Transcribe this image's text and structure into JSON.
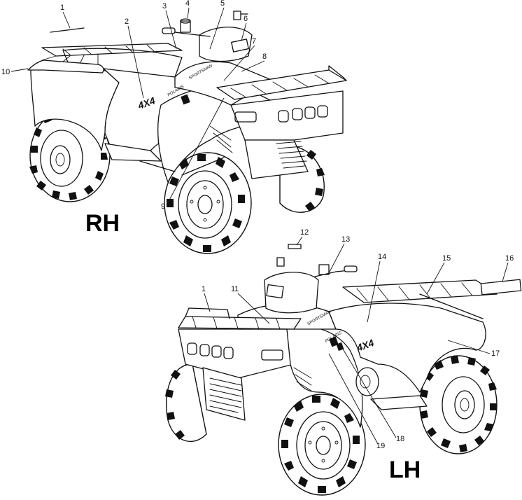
{
  "views": [
    {
      "label": "RH",
      "callouts": [
        {
          "n": "1"
        },
        {
          "n": "2"
        },
        {
          "n": "3"
        },
        {
          "n": "4"
        },
        {
          "n": "5"
        },
        {
          "n": "6"
        },
        {
          "n": "7"
        },
        {
          "n": "8"
        },
        {
          "n": "9"
        },
        {
          "n": "10"
        }
      ],
      "decal_text": "4X4",
      "body_text": "SPORTSMAN",
      "hood_text": "POLARIS"
    },
    {
      "label": "LH",
      "callouts": [
        {
          "n": "1"
        },
        {
          "n": "11"
        },
        {
          "n": "12"
        },
        {
          "n": "13"
        },
        {
          "n": "14"
        },
        {
          "n": "15"
        },
        {
          "n": "16"
        },
        {
          "n": "17"
        },
        {
          "n": "18"
        },
        {
          "n": "19"
        }
      ],
      "decal_text": "4X4",
      "body_text": "SPORTSMAN",
      "hood_text": "POLARIS"
    }
  ]
}
